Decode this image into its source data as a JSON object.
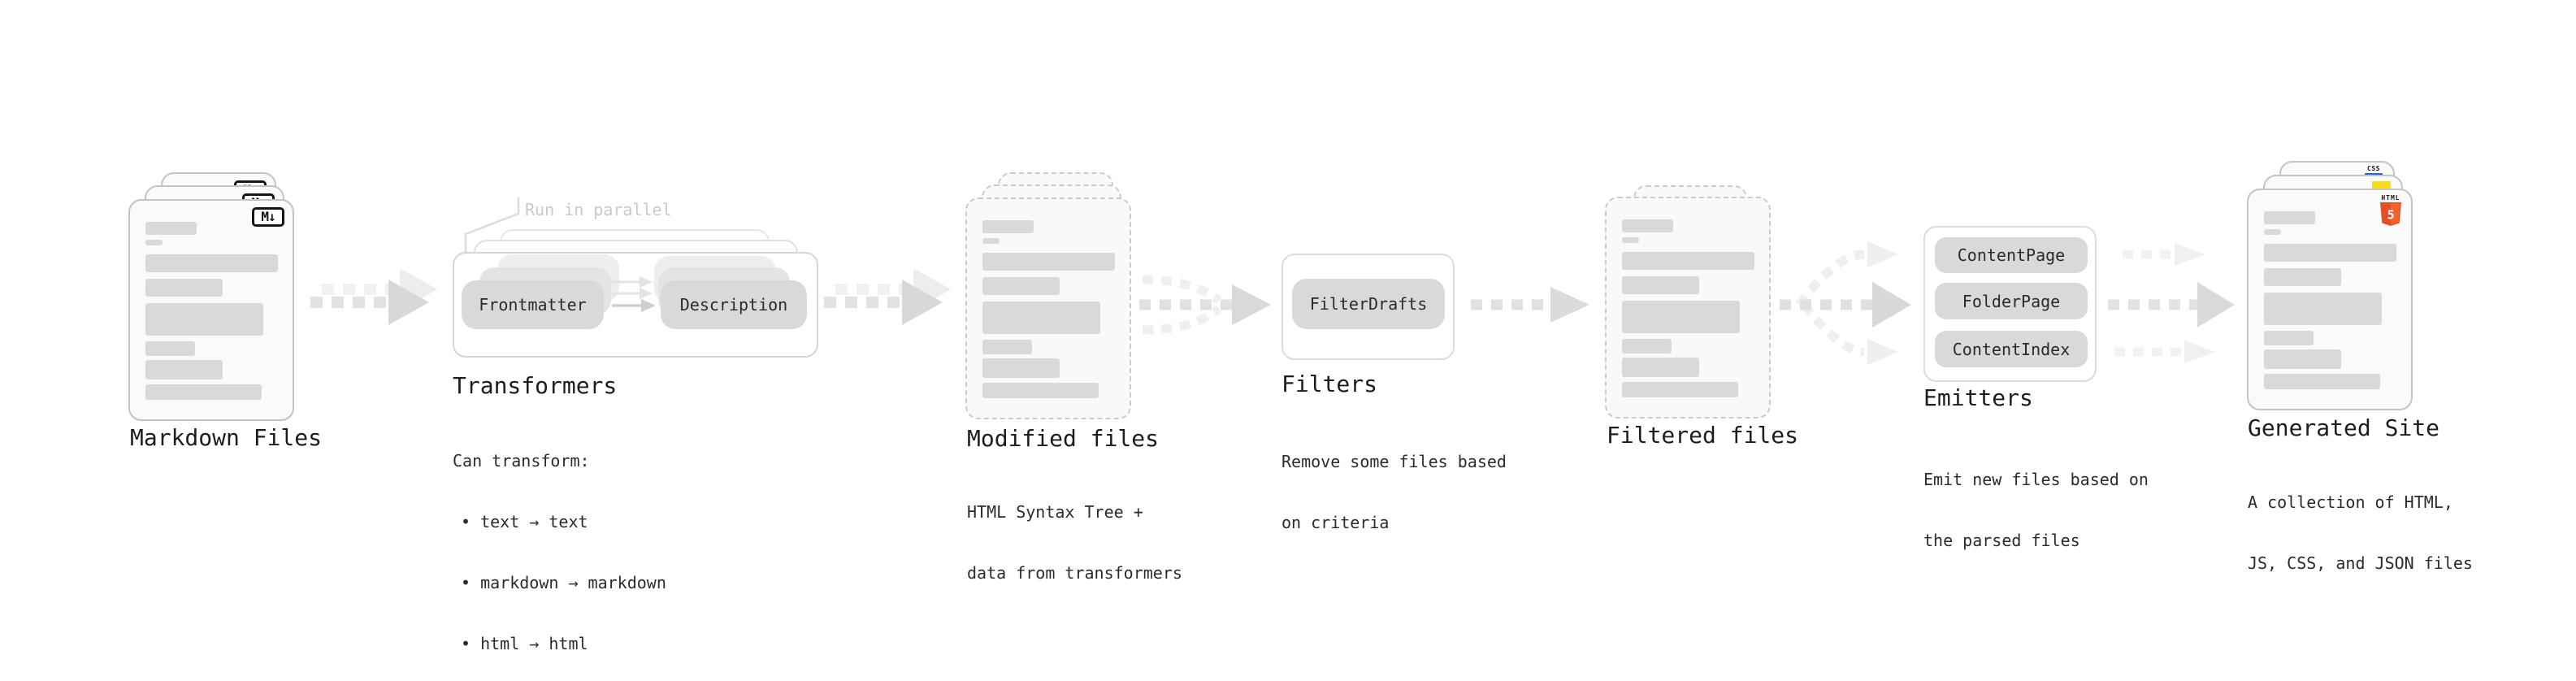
{
  "stages": {
    "markdown_files": {
      "label": "Markdown Files",
      "file_badge": "M↓"
    },
    "transformers": {
      "label": "Transformers",
      "annotation": "Run in parallel",
      "pill_left": "Frontmatter",
      "pill_right": "Description",
      "desc_title": "Can transform:",
      "bullets": [
        "• text → text",
        "• markdown → markdown",
        "• html → html"
      ]
    },
    "modified_files": {
      "label": "Modified files",
      "desc": [
        "HTML Syntax Tree +",
        "data from transformers"
      ]
    },
    "filters": {
      "label": "Filters",
      "pill": "FilterDrafts",
      "desc": [
        "Remove some files based",
        "on criteria"
      ]
    },
    "filtered_files": {
      "label": "Filtered files"
    },
    "emitters": {
      "label": "Emitters",
      "pills": [
        "ContentPage",
        "FolderPage",
        "ContentIndex"
      ],
      "desc": [
        "Emit new files based on",
        "the parsed files"
      ]
    },
    "generated_site": {
      "label": "Generated Site",
      "desc": [
        "A collection of HTML,",
        "JS, CSS, and JSON files"
      ],
      "html5_badge_word": "HTML",
      "html5_badge_number": "5",
      "css_badge": "CSS"
    }
  },
  "colors": {
    "html5_orange": "#e44d26",
    "html5_orange_light": "#f16529",
    "js_yellow": "#f5de19",
    "css_blue": "#2862e9",
    "skeleton_gray": "#d9d9d9",
    "pill_gray": "#d9d9d9",
    "heading_text": "#1d1d1d",
    "muted_annotation": "#c9c9c9",
    "arrow_gray": "#e2e2e2",
    "arrow_gray_light": "#f1f1f1"
  }
}
